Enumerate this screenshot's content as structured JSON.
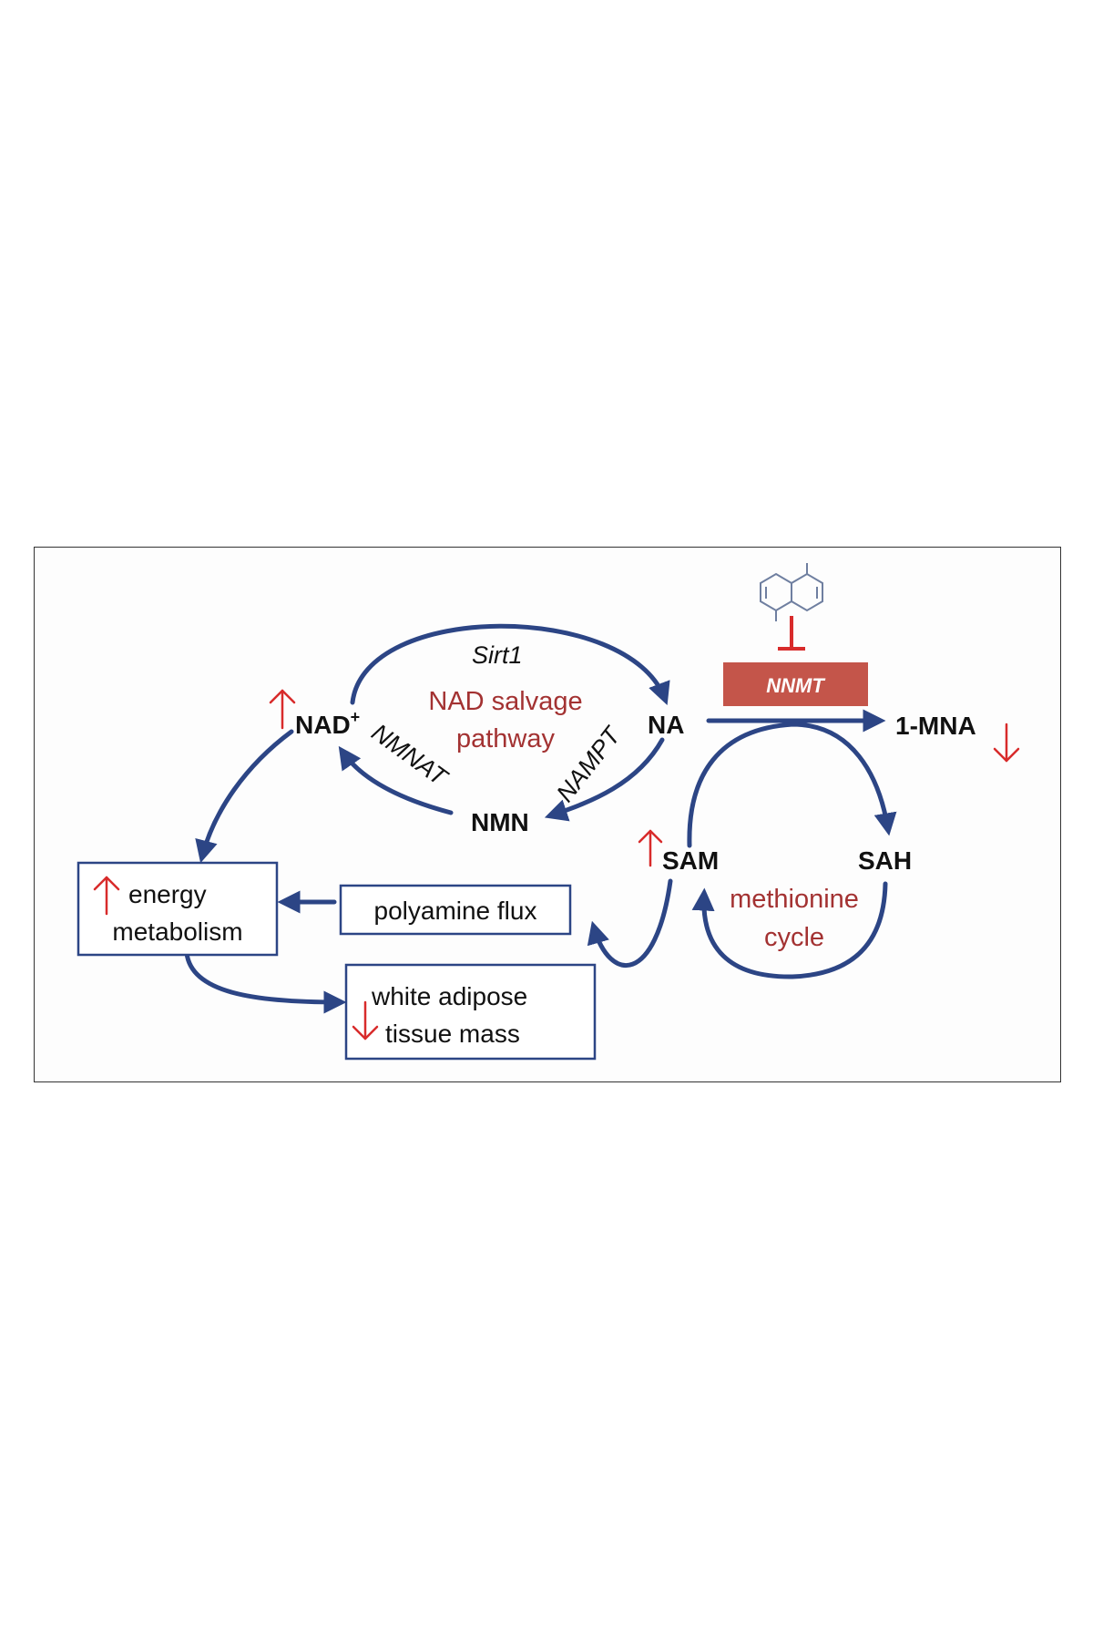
{
  "colors": {
    "arrow_blue": "#2c4585",
    "box_blue": "#2c4585",
    "dark_red": "#a33232",
    "bright_red": "#d82b2b",
    "nnmt_fill": "#c4554a",
    "text": "#111111"
  },
  "nodes": {
    "nad": "NAD",
    "nad_sup": "+",
    "na": "NA",
    "nmn": "NMN",
    "mna": "1-MNA",
    "sam": "SAM",
    "sah": "SAH"
  },
  "enzymes": {
    "sirt1": "Sirt1",
    "nmnat": "NMNAT",
    "nampt": "NAMPT",
    "nnmt": "NNMT"
  },
  "pathways": {
    "salvage_line1": "NAD salvage",
    "salvage_line2": "pathway",
    "methionine_line1": "methionine",
    "methionine_line2": "cycle"
  },
  "boxes": {
    "energy_line1": "energy",
    "energy_line2": "metabolism",
    "polyamine": "polyamine flux",
    "adipose_line1": "white adipose",
    "adipose_line2": "tissue mass"
  },
  "indicators": {
    "nad": "up",
    "mna": "down",
    "sam": "up",
    "energy": "up",
    "adipose": "down"
  },
  "icons": {
    "inhibitor": "small-molecule-structure-icon",
    "inhibition": "inhibition-bar-icon"
  }
}
